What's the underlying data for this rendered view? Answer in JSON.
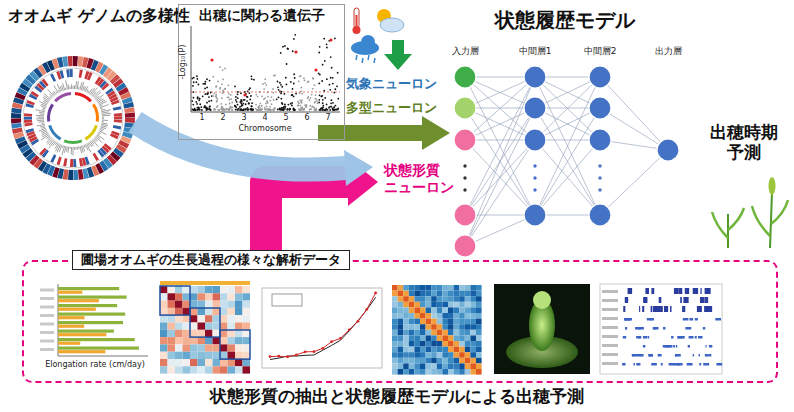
{
  "diagram": {
    "caption": "状態形質の抽出と状態履歴モデルによる出穂予測",
    "nodes": [
      {
        "text": [
          "オオムギ ゲノムの多様性"
        ]
      },
      {
        "text": [
          "出穂に関わる遺伝子"
        ]
      },
      {
        "text": [
          "圃場オオムギの生長過程の様々な解析データ"
        ]
      }
    ],
    "labels": [
      "状態履歴モデル",
      "入力層",
      "中間層1",
      "中間層2",
      "出力層",
      "気象ニューロン",
      "多型ニューロン",
      "状態形質 ニューロン",
      "出穂時期 予測",
      "-Log₁₀(P)",
      "1",
      "2",
      "3",
      "4",
      "5",
      "6",
      "7",
      "Chromosome",
      "Elongation rate (cm/day)"
    ]
  }
}
